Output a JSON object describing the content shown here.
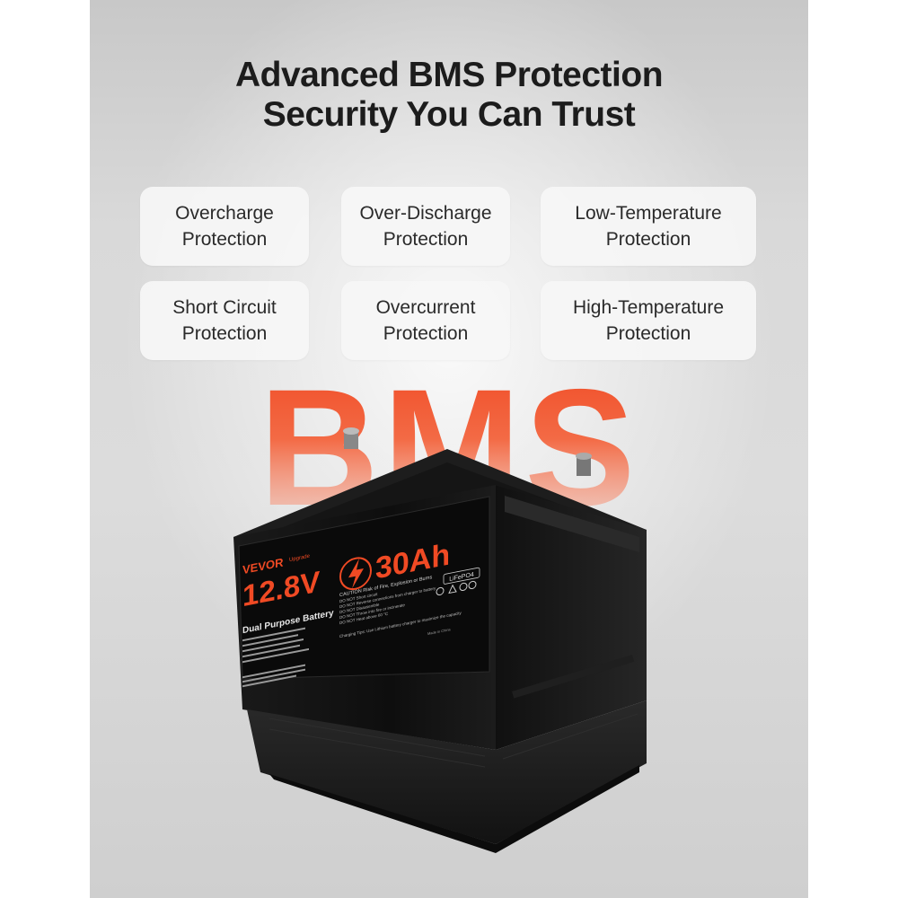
{
  "headline": {
    "line1": "Advanced BMS Protection",
    "line2": "Security You Can Trust"
  },
  "features": [
    {
      "label": "Overcharge\nProtection"
    },
    {
      "label": "Over-Discharge\nProtection"
    },
    {
      "label": "Low-Temperature\nProtection"
    },
    {
      "label": "Short Circuit\nProtection"
    },
    {
      "label": "Overcurrent\nProtection"
    },
    {
      "label": "High-Temperature\nProtection"
    }
  ],
  "big_word": "BMS",
  "battery": {
    "brand": "VEVOR",
    "brand_tag": "Upgrade",
    "voltage": "12.8V",
    "capacity": "30Ah",
    "chemistry": "LiFePO4",
    "product_name": "Dual Purpose Battery",
    "caution": "CAUTION  Risk of Fire, Explosion or Burns",
    "warnings": [
      "DO NOT Short circuit",
      "DO NOT Reverse connections from charger to battery",
      "DO NOT Disassemble",
      "DO NOT Throw into fire or incinerate",
      "DO NOT Heat above 60 °C"
    ],
    "charging_tips": "Charging Tips: Use Lithium battery charger to maximize the capacity",
    "made_in": "Made in China"
  },
  "colors": {
    "accent": "#f04a24",
    "text_dark": "#1c1c1c",
    "card_bg": "#f6f6f6",
    "battery_body": "#111111"
  }
}
